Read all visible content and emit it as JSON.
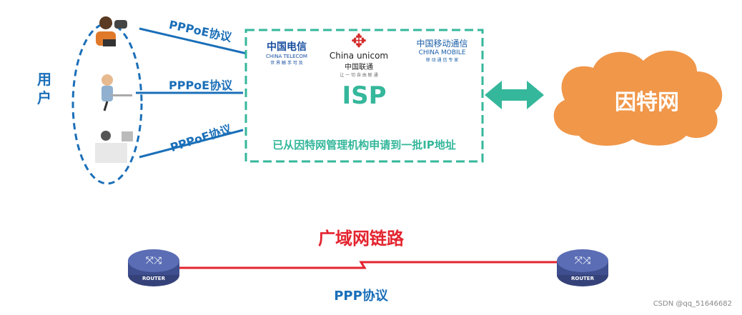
{
  "users": {
    "label": "用户",
    "protocol_labels": [
      "PPPoE协议",
      "PPPoE协议",
      "PPPoE协议"
    ]
  },
  "isp": {
    "title": "ISP",
    "note": "已从因特网管理机构申请到一批IP地址",
    "logos": [
      {
        "name": "中国电信",
        "en": "CHINA TELECOM",
        "slogan": "世 界 触 手 可 及"
      },
      {
        "name": "中国联通",
        "en": "China unicom",
        "slogan": "让 一 切 自 由 联 通"
      },
      {
        "name": "中国移动通信",
        "en": "CHINA MOBILE",
        "slogan": "移 动 通 信 专 家"
      }
    ]
  },
  "internet": {
    "label": "因特网"
  },
  "wan": {
    "link_label": "广域网链路",
    "protocol_label": "PPP协议",
    "router_label": "ROUTER"
  },
  "watermark": "CSDN @qq_51646682",
  "colors": {
    "teal": "#35b79b",
    "blue": "#1a6fb8",
    "red": "#e3242f",
    "orange": "#f0974a",
    "router": "#4f62a8"
  }
}
